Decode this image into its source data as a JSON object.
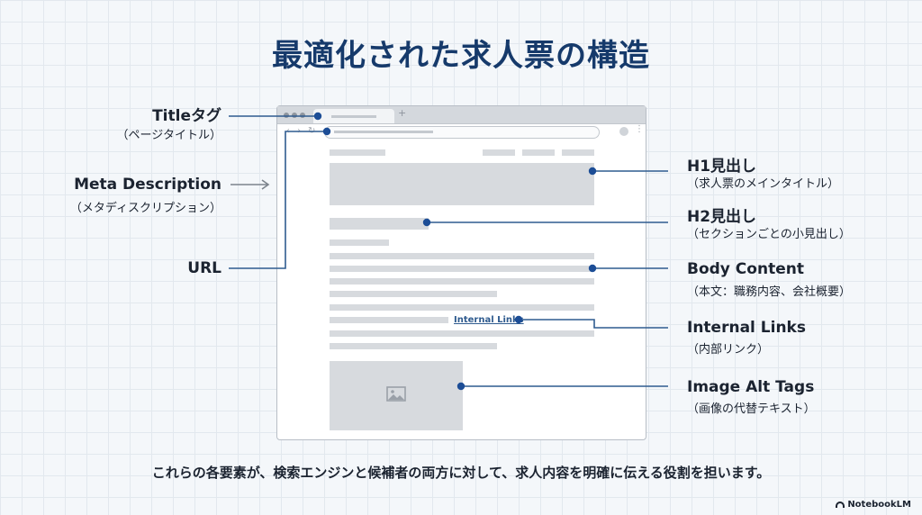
{
  "title": "最適化された求人票の構造",
  "labels": {
    "title_tag": {
      "main": "Titleタグ",
      "sub": "（ページタイトル）"
    },
    "meta_description": {
      "main": "Meta Description",
      "sub": "（メタディスクリプション）"
    },
    "url": {
      "main": "URL"
    },
    "h1": {
      "main": "H1見出し",
      "sub": "（求人票のメインタイトル）"
    },
    "h2": {
      "main": "H2見出し",
      "sub": "（セクションごとの小見出し）"
    },
    "body_content": {
      "main": "Body Content",
      "sub": "（本文：職務内容、会社概要）"
    },
    "internal_links": {
      "main": "Internal Links",
      "sub": "（内部リンク）"
    },
    "image_alt": {
      "main": "Image Alt Tags",
      "sub": "（画像の代替テキスト）"
    }
  },
  "browser": {
    "internal_links_text": "Internal Links",
    "new_tab_glyph": "+"
  },
  "footer": "これらの各要素が、検索エンジンと候補者の両方に対して、求人内容を明確に伝える役割を担います。",
  "brand": "NotebookLM",
  "colors": {
    "title": "#163a6b",
    "connector": "#2f5b8f",
    "dot": "#1c4d96",
    "placeholder": "#d7dade"
  },
  "icons": [
    "browser-dot-icon",
    "image-icon",
    "arrow-right-icon",
    "notebooklm-logo-icon"
  ]
}
